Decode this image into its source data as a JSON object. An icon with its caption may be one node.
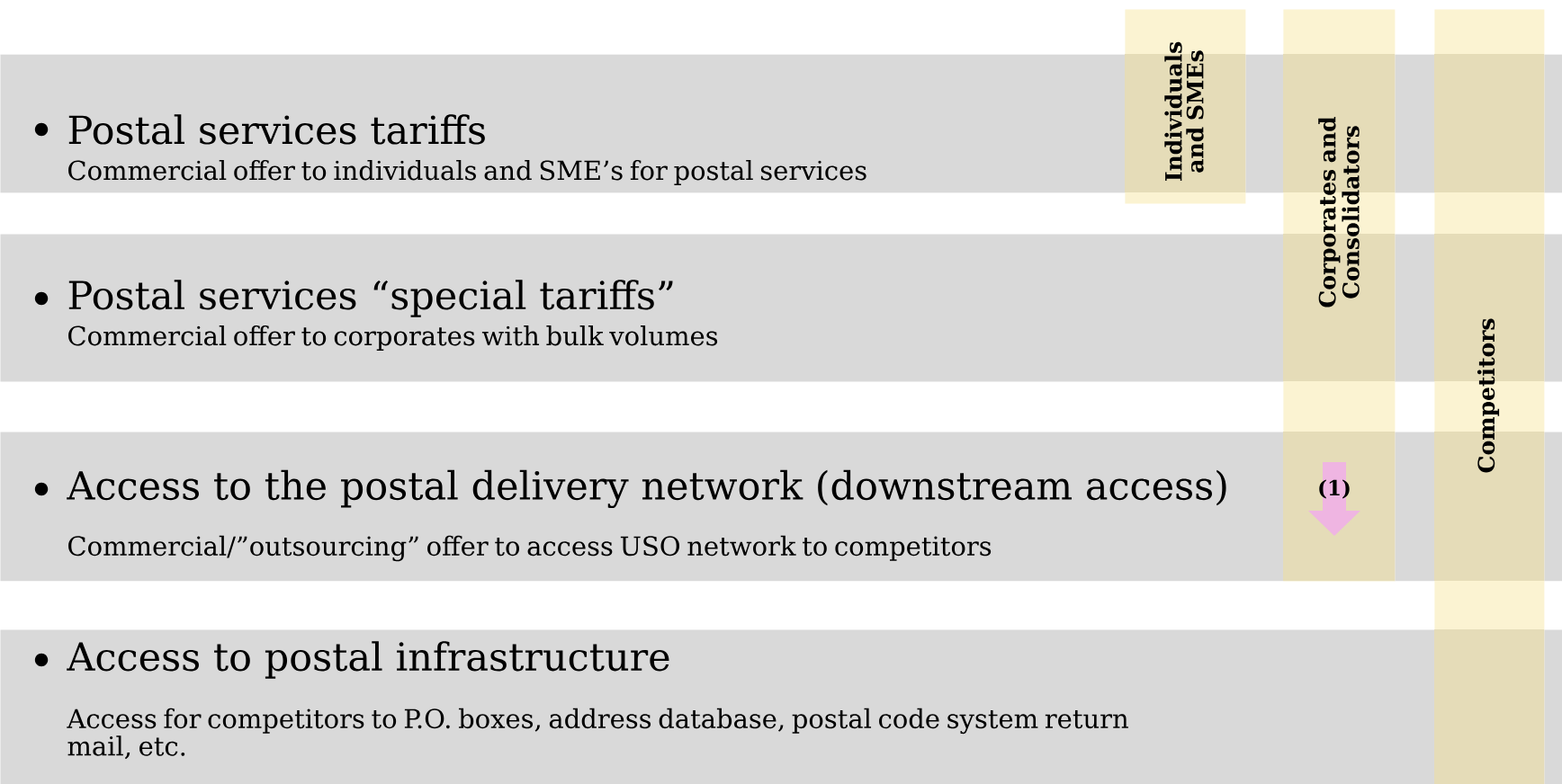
{
  "diagram": {
    "nodes": [
      {
        "text": [
          "Postal services tariffs",
          "Commercial offer to individuals and SME’s for postal services"
        ]
      },
      {
        "text": [
          "Postal services “special tariffs”",
          "Commercial offer to corporates with bulk volumes"
        ]
      },
      {
        "text": [
          "Access to the postal delivery network (downstream access)",
          "Commercial/”outsourcing” offer to access USO network to competitors"
        ]
      },
      {
        "text": [
          "Access to postal infrastructure",
          "Access for competitors to P.O. boxes, address database, postal code system return mail, etc."
        ]
      },
      {
        "text": [
          "Individuals and SMEs"
        ]
      },
      {
        "text": [
          "Corporates and Consolidators"
        ]
      },
      {
        "text": [
          "Competitors"
        ]
      }
    ],
    "labels": [
      "(1)"
    ]
  }
}
